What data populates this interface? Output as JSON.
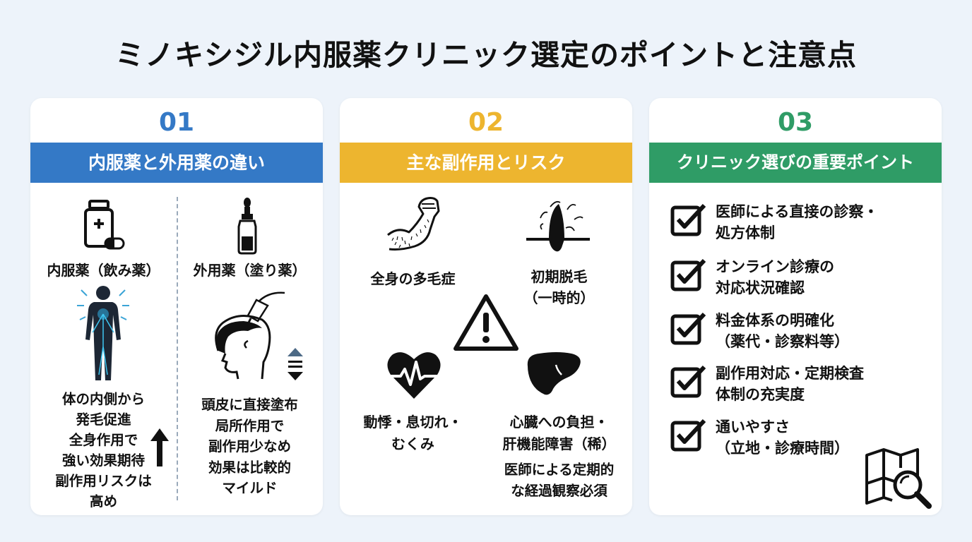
{
  "title": "ミノキシジル内服薬クリニック選定のポイントと注意点",
  "colors": {
    "blue": "#3479c6",
    "yellow": "#edb52f",
    "green": "#2f9c66",
    "text": "#111111",
    "background": "#edf3fa"
  },
  "cards": [
    {
      "number": "01",
      "heading": "内服薬と外用薬の違い",
      "left": {
        "label": "内服薬（飲み薬）",
        "lines": [
          "体の内側から",
          "発毛促進",
          "全身作用で",
          "強い効果期待",
          "副作用リスクは",
          "高め"
        ]
      },
      "right": {
        "label": "外用薬（塗り薬）",
        "lines": [
          "頭皮に直接塗布",
          "局所作用で",
          "副作用少なめ",
          "効果は比較的",
          "マイルド"
        ]
      }
    },
    {
      "number": "02",
      "heading": "主な副作用とリスク",
      "items": [
        {
          "text": "全身の多毛症"
        },
        {
          "lines": [
            "初期脱毛",
            "（一時的）"
          ]
        },
        {
          "lines": [
            "動悸・息切れ・",
            "むくみ"
          ]
        },
        {
          "lines": [
            "心臓への負担・",
            "肝機能障害（稀）"
          ]
        }
      ],
      "note": [
        "医師による定期的",
        "な経過観察必須"
      ]
    },
    {
      "number": "03",
      "heading": "クリニック選びの重要ポイント",
      "checks": [
        [
          "医師による直接の診察・",
          "処方体制"
        ],
        [
          "オンライン診療の",
          "対応状況確認"
        ],
        [
          "料金体系の明確化",
          "（薬代・診察料等）"
        ],
        [
          "副作用対応・定期検査",
          "体制の充実度"
        ],
        [
          "通いやすさ",
          "（立地・診療時間）"
        ]
      ]
    }
  ],
  "icons": [
    "pill-bottle-icon",
    "capsule-icon",
    "dropper-bottle-icon",
    "human-body-icon",
    "head-dropper-icon",
    "up-down-arrows-icon",
    "up-arrow-icon",
    "flexed-arm-icon",
    "hair-follicle-icon",
    "warning-icon",
    "heartbeat-icon",
    "liver-icon",
    "checkbox-icon",
    "map-search-icon"
  ]
}
